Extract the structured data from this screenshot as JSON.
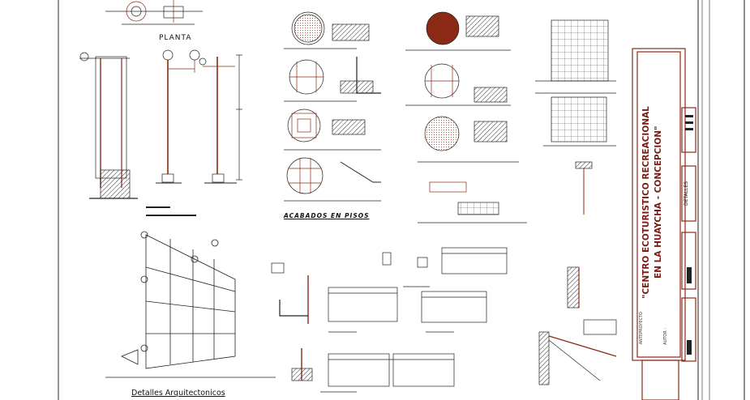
{
  "labels": {
    "planta": "PLANTA",
    "acabados": "ACABADOS EN PISOS",
    "detalles_arq": "Detalles Arquitectonicos",
    "detalles_side": "DETALLES",
    "title_line1": "\"CENTRO ECOTURISTICO RECREACIONAL",
    "title_line2": "EN LA HUAYCHA - CONCEPCION\"",
    "anteproyecto": "ANTEPROYECTO",
    "autor": "AUTOR :"
  },
  "colors": {
    "line": "#222222",
    "accent": "#8b2a14",
    "wood": "#b06a2a",
    "title": "#7a1c14"
  }
}
